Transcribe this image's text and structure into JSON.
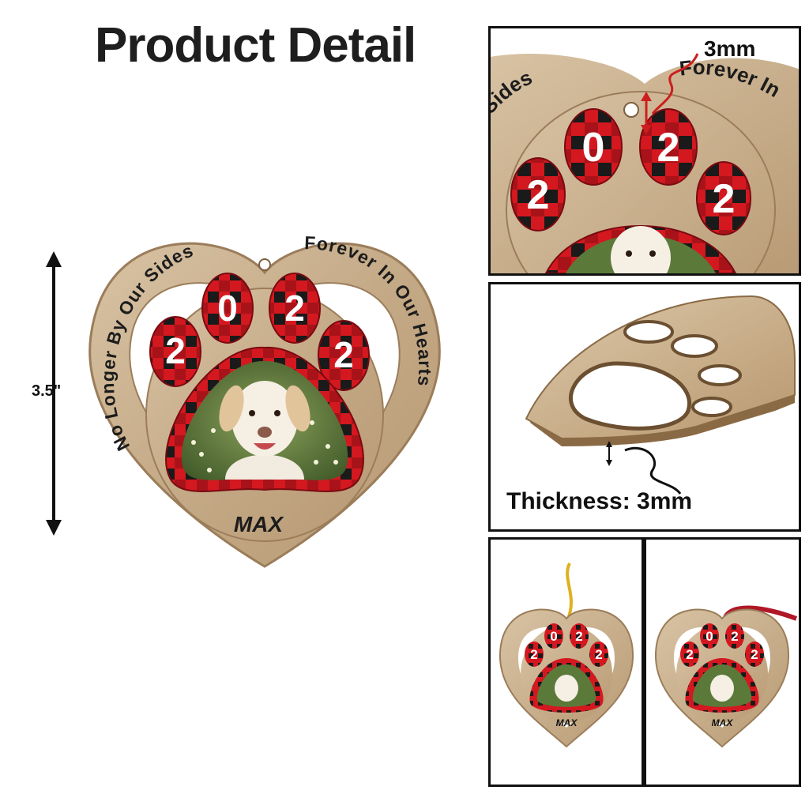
{
  "page": {
    "title": "Product Detail"
  },
  "ornament": {
    "year_digits": [
      "2",
      "0",
      "2",
      "2"
    ],
    "curve_text_left": "No Longer By Our Sides",
    "curve_text_right": "Forever In Our Hearts",
    "name": "MAX"
  },
  "dimensions": {
    "height_label": "3.5\"",
    "hole_label": "3mm",
    "thickness_label": "Thickness: 3mm"
  },
  "colors": {
    "wood": "#c9b08f",
    "wood_dark": "#9b7d5a",
    "plaid_red": "#d41820",
    "plaid_black": "#1a1a1a",
    "photo_green": "#4e6a32",
    "accent_red_arrow": "#cc1f1f"
  }
}
